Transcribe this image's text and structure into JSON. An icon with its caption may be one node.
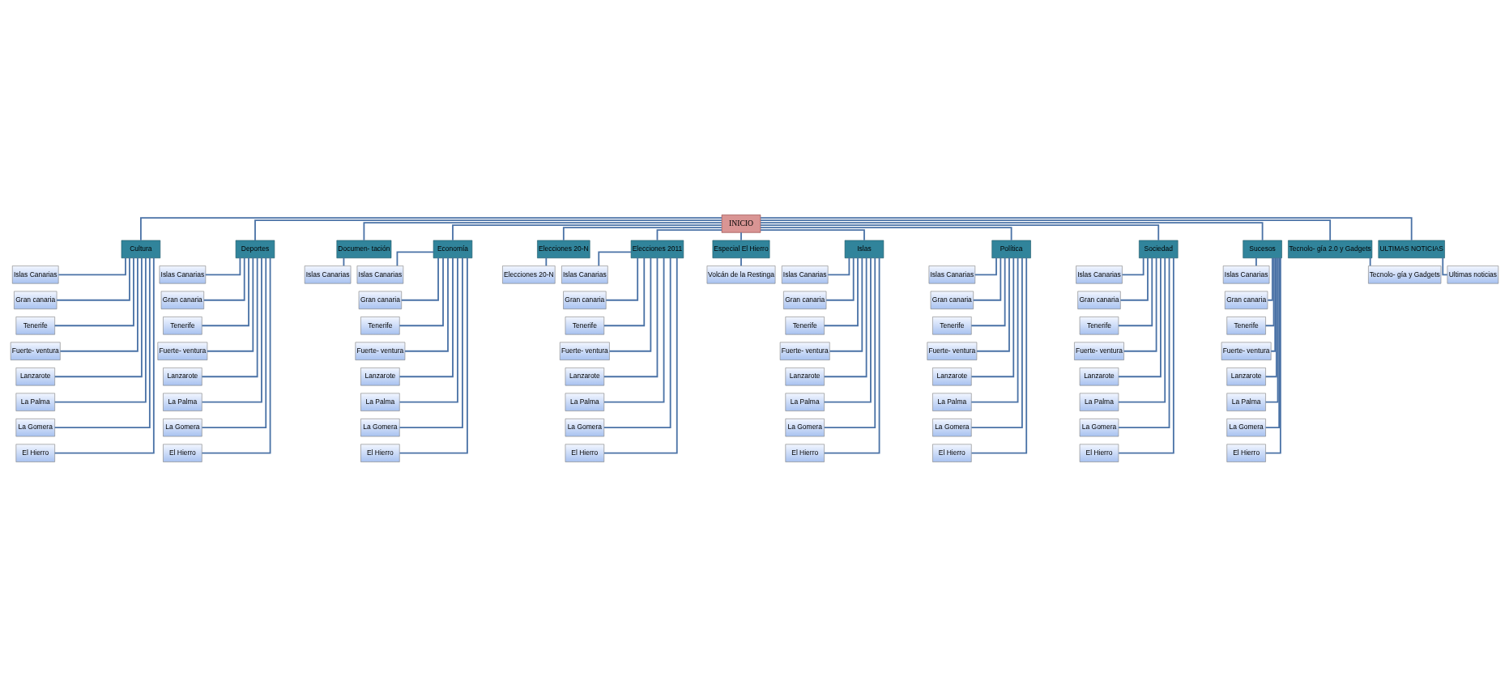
{
  "diagram": {
    "nodes": [
      {
        "text": [
          "INICIO"
        ]
      },
      {
        "text": [
          "Cultura"
        ]
      },
      {
        "text": [
          "Islas Canarias"
        ]
      },
      {
        "text": [
          "Gran canaria"
        ]
      },
      {
        "text": [
          "Tenerife"
        ]
      },
      {
        "text": [
          "Fuerte- ventura"
        ]
      },
      {
        "text": [
          "Lanzarote"
        ]
      },
      {
        "text": [
          "La Palma"
        ]
      },
      {
        "text": [
          "La Gomera"
        ]
      },
      {
        "text": [
          "El Hierro"
        ]
      },
      {
        "text": [
          "Deportes"
        ]
      },
      {
        "text": [
          "Islas Canarias"
        ]
      },
      {
        "text": [
          "Gran canaria"
        ]
      },
      {
        "text": [
          "Tenerife"
        ]
      },
      {
        "text": [
          "Fuerte- ventura"
        ]
      },
      {
        "text": [
          "Lanzarote"
        ]
      },
      {
        "text": [
          "La Palma"
        ]
      },
      {
        "text": [
          "La Gomera"
        ]
      },
      {
        "text": [
          "El Hierro"
        ]
      },
      {
        "text": [
          "Documen- tación"
        ]
      },
      {
        "text": [
          "Islas Canarias"
        ]
      },
      {
        "text": [
          "Economía"
        ]
      },
      {
        "text": [
          "Islas Canarias"
        ]
      },
      {
        "text": [
          "Gran canaria"
        ]
      },
      {
        "text": [
          "Tenerife"
        ]
      },
      {
        "text": [
          "Fuerte- ventura"
        ]
      },
      {
        "text": [
          "Lanzarote"
        ]
      },
      {
        "text": [
          "La Palma"
        ]
      },
      {
        "text": [
          "La Gomera"
        ]
      },
      {
        "text": [
          "El Hierro"
        ]
      },
      {
        "text": [
          "Elecciones 20-N"
        ]
      },
      {
        "text": [
          "Elecciones 20-N"
        ]
      },
      {
        "text": [
          "Elecciones 2011"
        ]
      },
      {
        "text": [
          "Islas Canarias"
        ]
      },
      {
        "text": [
          "Gran canaria"
        ]
      },
      {
        "text": [
          "Tenerife"
        ]
      },
      {
        "text": [
          "Fuerte- ventura"
        ]
      },
      {
        "text": [
          "Lanzarote"
        ]
      },
      {
        "text": [
          "La Palma"
        ]
      },
      {
        "text": [
          "La Gomera"
        ]
      },
      {
        "text": [
          "El Hierro"
        ]
      },
      {
        "text": [
          "Especial El Hierro"
        ]
      },
      {
        "text": [
          "Volcán de la Restinga"
        ]
      },
      {
        "text": [
          "Islas"
        ]
      },
      {
        "text": [
          "Islas Canarias"
        ]
      },
      {
        "text": [
          "Gran canaria"
        ]
      },
      {
        "text": [
          "Tenerife"
        ]
      },
      {
        "text": [
          "Fuerte- ventura"
        ]
      },
      {
        "text": [
          "Lanzarote"
        ]
      },
      {
        "text": [
          "La Palma"
        ]
      },
      {
        "text": [
          "La Gomera"
        ]
      },
      {
        "text": [
          "El Hierro"
        ]
      },
      {
        "text": [
          "Política"
        ]
      },
      {
        "text": [
          "Islas Canarias"
        ]
      },
      {
        "text": [
          "Gran canaria"
        ]
      },
      {
        "text": [
          "Tenerife"
        ]
      },
      {
        "text": [
          "Fuerte- ventura"
        ]
      },
      {
        "text": [
          "Lanzarote"
        ]
      },
      {
        "text": [
          "La Palma"
        ]
      },
      {
        "text": [
          "La Gomera"
        ]
      },
      {
        "text": [
          "El Hierro"
        ]
      },
      {
        "text": [
          "Sociedad"
        ]
      },
      {
        "text": [
          "Islas Canarias"
        ]
      },
      {
        "text": [
          "Gran canaria"
        ]
      },
      {
        "text": [
          "Tenerife"
        ]
      },
      {
        "text": [
          "Fuerte- ventura"
        ]
      },
      {
        "text": [
          "Lanzarote"
        ]
      },
      {
        "text": [
          "La Palma"
        ]
      },
      {
        "text": [
          "La Gomera"
        ]
      },
      {
        "text": [
          "El Hierro"
        ]
      },
      {
        "text": [
          "Sucesos"
        ]
      },
      {
        "text": [
          "Islas Canarias"
        ]
      },
      {
        "text": [
          "Gran canaria"
        ]
      },
      {
        "text": [
          "Tenerife"
        ]
      },
      {
        "text": [
          "Fuerte- ventura"
        ]
      },
      {
        "text": [
          "Lanzarote"
        ]
      },
      {
        "text": [
          "La Palma"
        ]
      },
      {
        "text": [
          "La Gomera"
        ]
      },
      {
        "text": [
          "El Hierro"
        ]
      },
      {
        "text": [
          "Tecnolo- gía 2.0 y Gadgets"
        ]
      },
      {
        "text": [
          "Tecnolo- gía y Gadgets"
        ]
      },
      {
        "text": [
          "ULTIMAS NOTICIAS"
        ]
      },
      {
        "text": [
          "Ultimas noticias"
        ]
      }
    ],
    "edges": [
      {
        "from": 0,
        "to": 1,
        "arrow": "none"
      },
      {
        "from": 0,
        "to": 10,
        "arrow": "none"
      },
      {
        "from": 0,
        "to": 19,
        "arrow": "none"
      },
      {
        "from": 0,
        "to": 21,
        "arrow": "none"
      },
      {
        "from": 0,
        "to": 30,
        "arrow": "none"
      },
      {
        "from": 0,
        "to": 32,
        "arrow": "none"
      },
      {
        "from": 0,
        "to": 41,
        "arrow": "none"
      },
      {
        "from": 0,
        "to": 43,
        "arrow": "none"
      },
      {
        "from": 0,
        "to": 52,
        "arrow": "none"
      },
      {
        "from": 0,
        "to": 61,
        "arrow": "none"
      },
      {
        "from": 0,
        "to": 70,
        "arrow": "none"
      },
      {
        "from": 0,
        "to": 79,
        "arrow": "none"
      },
      {
        "from": 0,
        "to": 81,
        "arrow": "none"
      },
      {
        "from": 1,
        "to": 2,
        "arrow": "none"
      },
      {
        "from": 1,
        "to": 3,
        "arrow": "none"
      },
      {
        "from": 1,
        "to": 4,
        "arrow": "none"
      },
      {
        "from": 1,
        "to": 5,
        "arrow": "none"
      },
      {
        "from": 1,
        "to": 6,
        "arrow": "none"
      },
      {
        "from": 1,
        "to": 7,
        "arrow": "none"
      },
      {
        "from": 1,
        "to": 8,
        "arrow": "none"
      },
      {
        "from": 1,
        "to": 9,
        "arrow": "none"
      },
      {
        "from": 10,
        "to": 11,
        "arrow": "none"
      },
      {
        "from": 10,
        "to": 12,
        "arrow": "none"
      },
      {
        "from": 10,
        "to": 13,
        "arrow": "none"
      },
      {
        "from": 10,
        "to": 14,
        "arrow": "none"
      },
      {
        "from": 10,
        "to": 15,
        "arrow": "none"
      },
      {
        "from": 10,
        "to": 16,
        "arrow": "none"
      },
      {
        "from": 10,
        "to": 17,
        "arrow": "none"
      },
      {
        "from": 10,
        "to": 18,
        "arrow": "none"
      },
      {
        "from": 19,
        "to": 20,
        "arrow": "none"
      },
      {
        "from": 21,
        "to": 22,
        "arrow": "none"
      },
      {
        "from": 21,
        "to": 23,
        "arrow": "none"
      },
      {
        "from": 21,
        "to": 24,
        "arrow": "none"
      },
      {
        "from": 21,
        "to": 25,
        "arrow": "none"
      },
      {
        "from": 21,
        "to": 26,
        "arrow": "none"
      },
      {
        "from": 21,
        "to": 27,
        "arrow": "none"
      },
      {
        "from": 21,
        "to": 28,
        "arrow": "none"
      },
      {
        "from": 21,
        "to": 29,
        "arrow": "none"
      },
      {
        "from": 30,
        "to": 31,
        "arrow": "none"
      },
      {
        "from": 32,
        "to": 33,
        "arrow": "none"
      },
      {
        "from": 32,
        "to": 34,
        "arrow": "none"
      },
      {
        "from": 32,
        "to": 35,
        "arrow": "none"
      },
      {
        "from": 32,
        "to": 36,
        "arrow": "none"
      },
      {
        "from": 32,
        "to": 37,
        "arrow": "none"
      },
      {
        "from": 32,
        "to": 38,
        "arrow": "none"
      },
      {
        "from": 32,
        "to": 39,
        "arrow": "none"
      },
      {
        "from": 32,
        "to": 40,
        "arrow": "none"
      },
      {
        "from": 41,
        "to": 42,
        "arrow": "none"
      },
      {
        "from": 43,
        "to": 44,
        "arrow": "none"
      },
      {
        "from": 43,
        "to": 45,
        "arrow": "none"
      },
      {
        "from": 43,
        "to": 46,
        "arrow": "none"
      },
      {
        "from": 43,
        "to": 47,
        "arrow": "none"
      },
      {
        "from": 43,
        "to": 48,
        "arrow": "none"
      },
      {
        "from": 43,
        "to": 49,
        "arrow": "none"
      },
      {
        "from": 43,
        "to": 50,
        "arrow": "none"
      },
      {
        "from": 43,
        "to": 51,
        "arrow": "none"
      },
      {
        "from": 52,
        "to": 53,
        "arrow": "none"
      },
      {
        "from": 52,
        "to": 54,
        "arrow": "none"
      },
      {
        "from": 52,
        "to": 55,
        "arrow": "none"
      },
      {
        "from": 52,
        "to": 56,
        "arrow": "none"
      },
      {
        "from": 52,
        "to": 57,
        "arrow": "none"
      },
      {
        "from": 52,
        "to": 58,
        "arrow": "none"
      },
      {
        "from": 52,
        "to": 59,
        "arrow": "none"
      },
      {
        "from": 52,
        "to": 60,
        "arrow": "none"
      },
      {
        "from": 61,
        "to": 62,
        "arrow": "none"
      },
      {
        "from": 61,
        "to": 63,
        "arrow": "none"
      },
      {
        "from": 61,
        "to": 64,
        "arrow": "none"
      },
      {
        "from": 61,
        "to": 65,
        "arrow": "none"
      },
      {
        "from": 61,
        "to": 66,
        "arrow": "none"
      },
      {
        "from": 61,
        "to": 67,
        "arrow": "none"
      },
      {
        "from": 61,
        "to": 68,
        "arrow": "none"
      },
      {
        "from": 61,
        "to": 69,
        "arrow": "none"
      },
      {
        "from": 70,
        "to": 71,
        "arrow": "none"
      },
      {
        "from": 70,
        "to": 72,
        "arrow": "none"
      },
      {
        "from": 70,
        "to": 73,
        "arrow": "none"
      },
      {
        "from": 70,
        "to": 74,
        "arrow": "none"
      },
      {
        "from": 70,
        "to": 75,
        "arrow": "none"
      },
      {
        "from": 70,
        "to": 76,
        "arrow": "none"
      },
      {
        "from": 70,
        "to": 77,
        "arrow": "none"
      },
      {
        "from": 70,
        "to": 78,
        "arrow": "none"
      },
      {
        "from": 79,
        "to": 80,
        "arrow": "none"
      },
      {
        "from": 81,
        "to": 82,
        "arrow": "none"
      }
    ]
  }
}
